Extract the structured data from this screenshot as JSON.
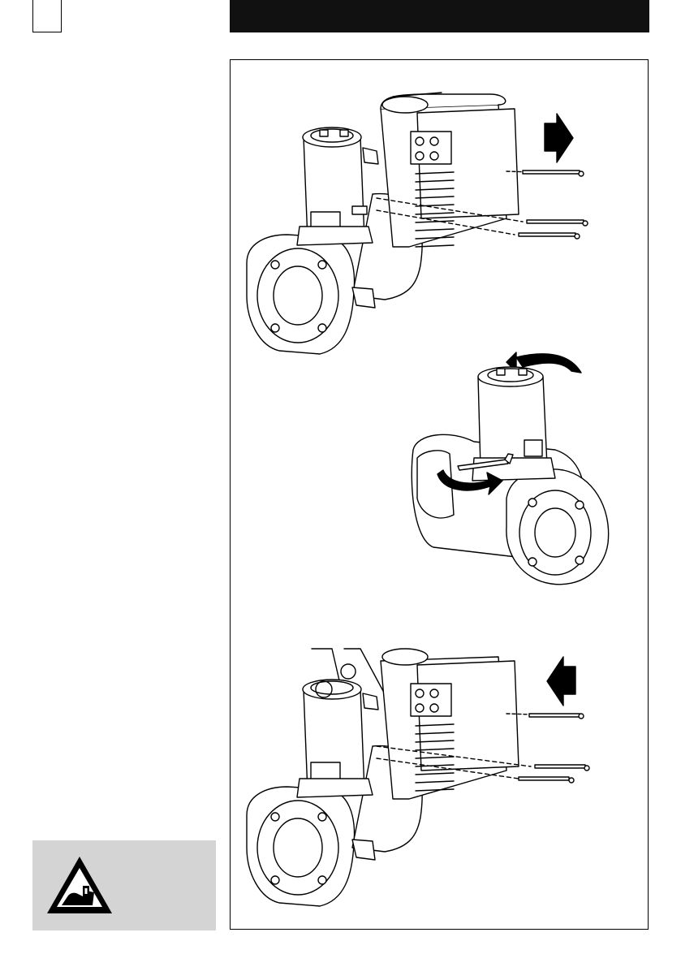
{
  "page": {
    "header_bar": {},
    "figure": {
      "steps": [
        {
          "name": "remove-motor",
          "arrow": "right"
        },
        {
          "name": "rotate-pump-head",
          "arrow": "rotate"
        },
        {
          "name": "reinstall-motor",
          "arrow": "left"
        }
      ]
    },
    "warning": {
      "icon": "hand-crush-warning-icon"
    }
  },
  "colors": {
    "header": "#111111",
    "warning_panel": "#d4d4d4",
    "line": "#000000"
  }
}
